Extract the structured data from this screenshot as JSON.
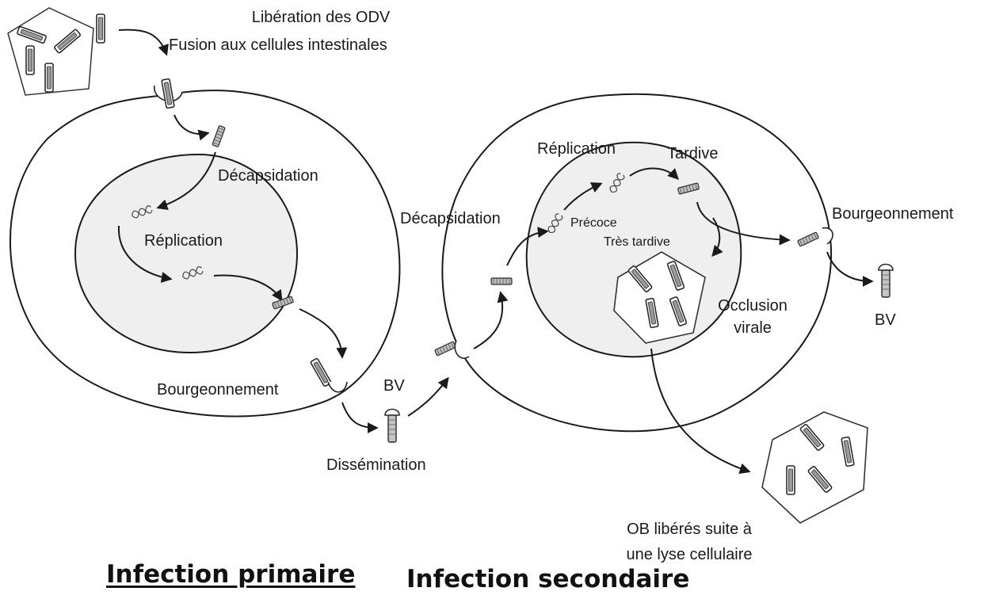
{
  "top_caption": {
    "line1": "Libération des ODV",
    "line2": "Fusion aux cellules intestinales"
  },
  "primary_cell": {
    "decapsidation": "Décapsidation",
    "replication": "Réplication",
    "budding": "Bourgeonnement"
  },
  "dissemination": {
    "bv": "BV",
    "label": "Dissémination"
  },
  "secondary_cell": {
    "decapsidation": "Décapsidation",
    "replication": "Réplication",
    "tardive": "Tardive",
    "precoce": "Précoce",
    "tres_tardive": "Très tardive",
    "occlusion_line1": "Occlusion",
    "occlusion_line2": "virale",
    "budding": "Bourgeonnement",
    "bv": "BV"
  },
  "release_caption": {
    "line1": "OB libérés suite à",
    "line2": "une lyse cellulaire"
  },
  "titles": {
    "primary": "Infection primaire",
    "secondary": "Infection secondaire"
  }
}
